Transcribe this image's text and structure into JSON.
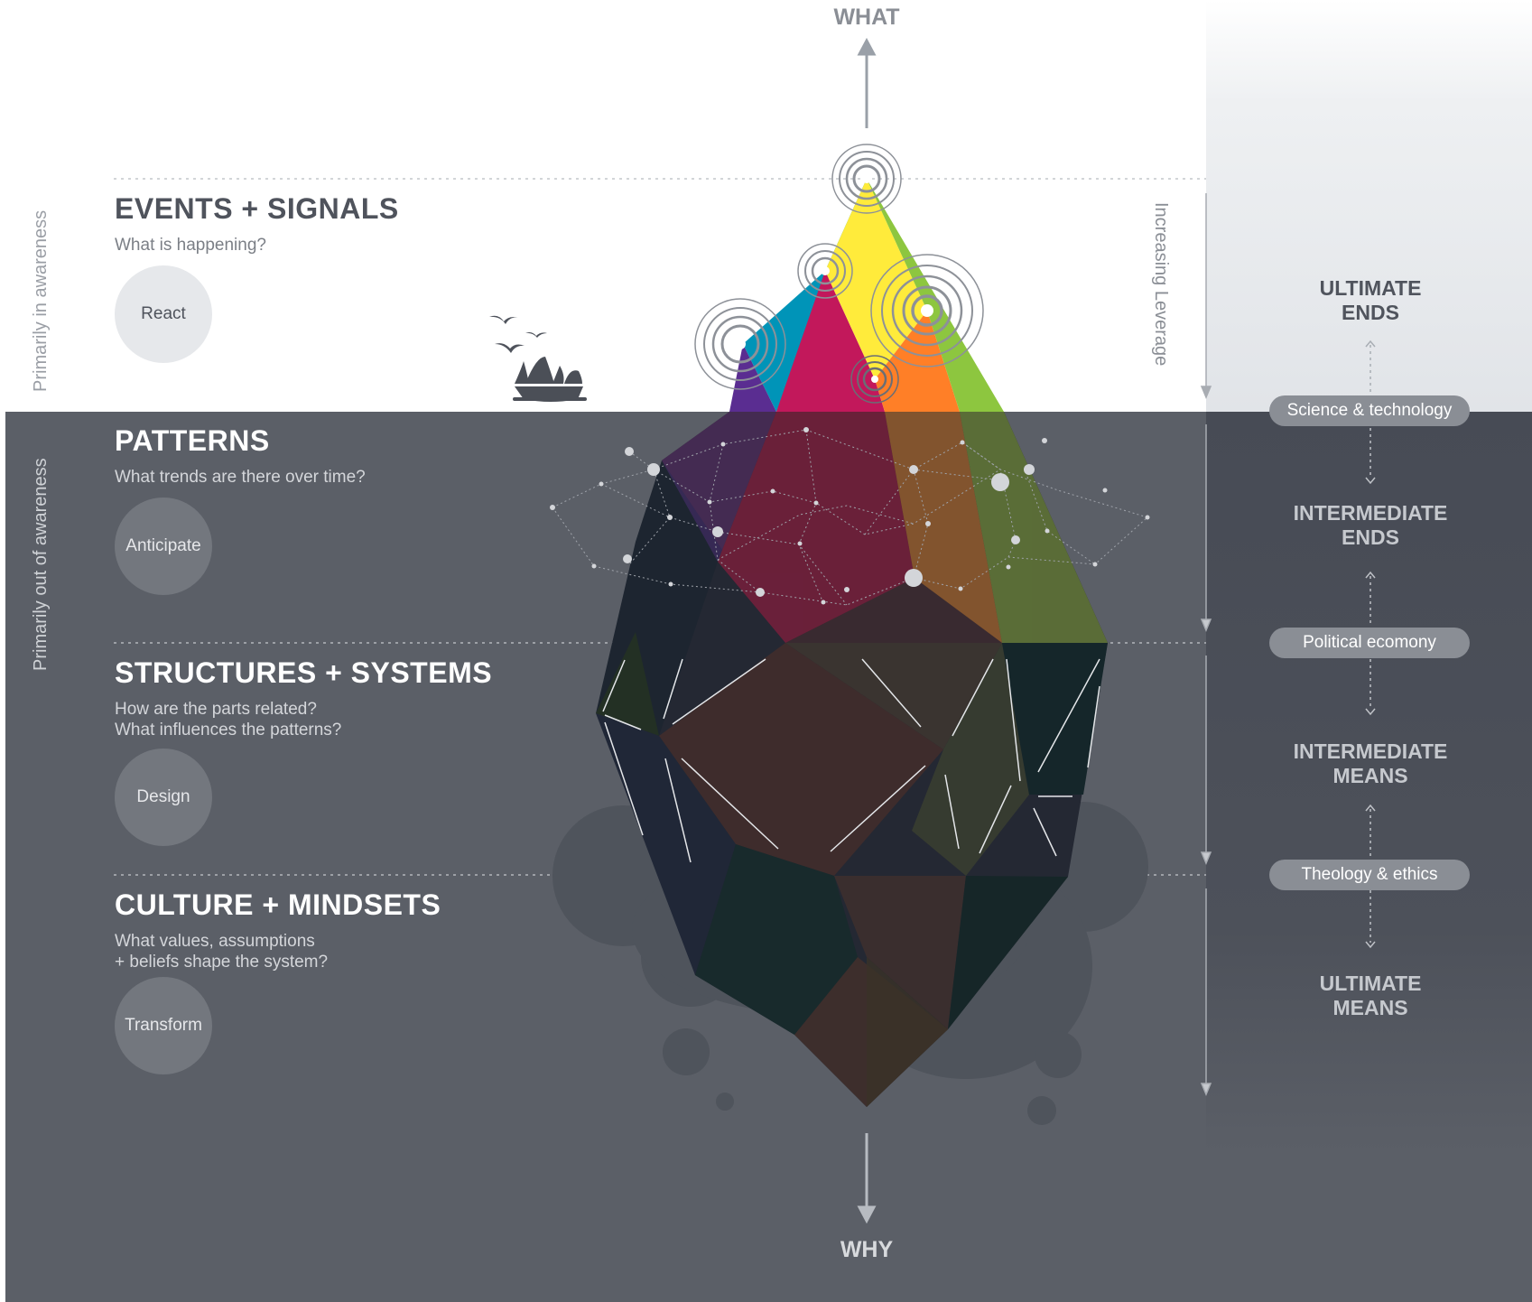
{
  "compass": {
    "top": "WHAT",
    "bottom": "WHY"
  },
  "side_labels": {
    "above": "Primarily in awareness",
    "below": "Primarily out of awareness",
    "leverage": "Increasing Leverage"
  },
  "sections": [
    {
      "title": "EVENTS + SIGNALS",
      "question_lines": [
        "What is happening?"
      ],
      "action": "React"
    },
    {
      "title": "PATTERNS",
      "question_lines": [
        "What trends are there over time?"
      ],
      "action": "Anticipate"
    },
    {
      "title": "STRUCTURES + SYSTEMS",
      "question_lines": [
        "How are the parts related?",
        "What influences the patterns?"
      ],
      "action": "Design"
    },
    {
      "title": "CULTURE + MINDSETS",
      "question_lines": [
        "What values, assumptions",
        "+ beliefs shape the system?"
      ],
      "action": "Transform"
    }
  ],
  "hierarchy": {
    "tiers": [
      {
        "lines": [
          "ULTIMATE",
          "ENDS"
        ]
      },
      {
        "lines": [
          "INTERMEDIATE",
          "ENDS"
        ]
      },
      {
        "lines": [
          "INTERMEDIATE",
          "MEANS"
        ]
      },
      {
        "lines": [
          "ULTIMATE",
          "MEANS"
        ]
      }
    ],
    "links": [
      "Science & technology",
      "Political ecomony",
      "Theology & ethics"
    ]
  },
  "colors": {
    "surface": "#ffffff",
    "underwater": "#5b5f67",
    "prism": [
      "#5a2d91",
      "#0094b8",
      "#c2185b",
      "#ffeb3b",
      "#ff7f27",
      "#8dc63f"
    ]
  }
}
